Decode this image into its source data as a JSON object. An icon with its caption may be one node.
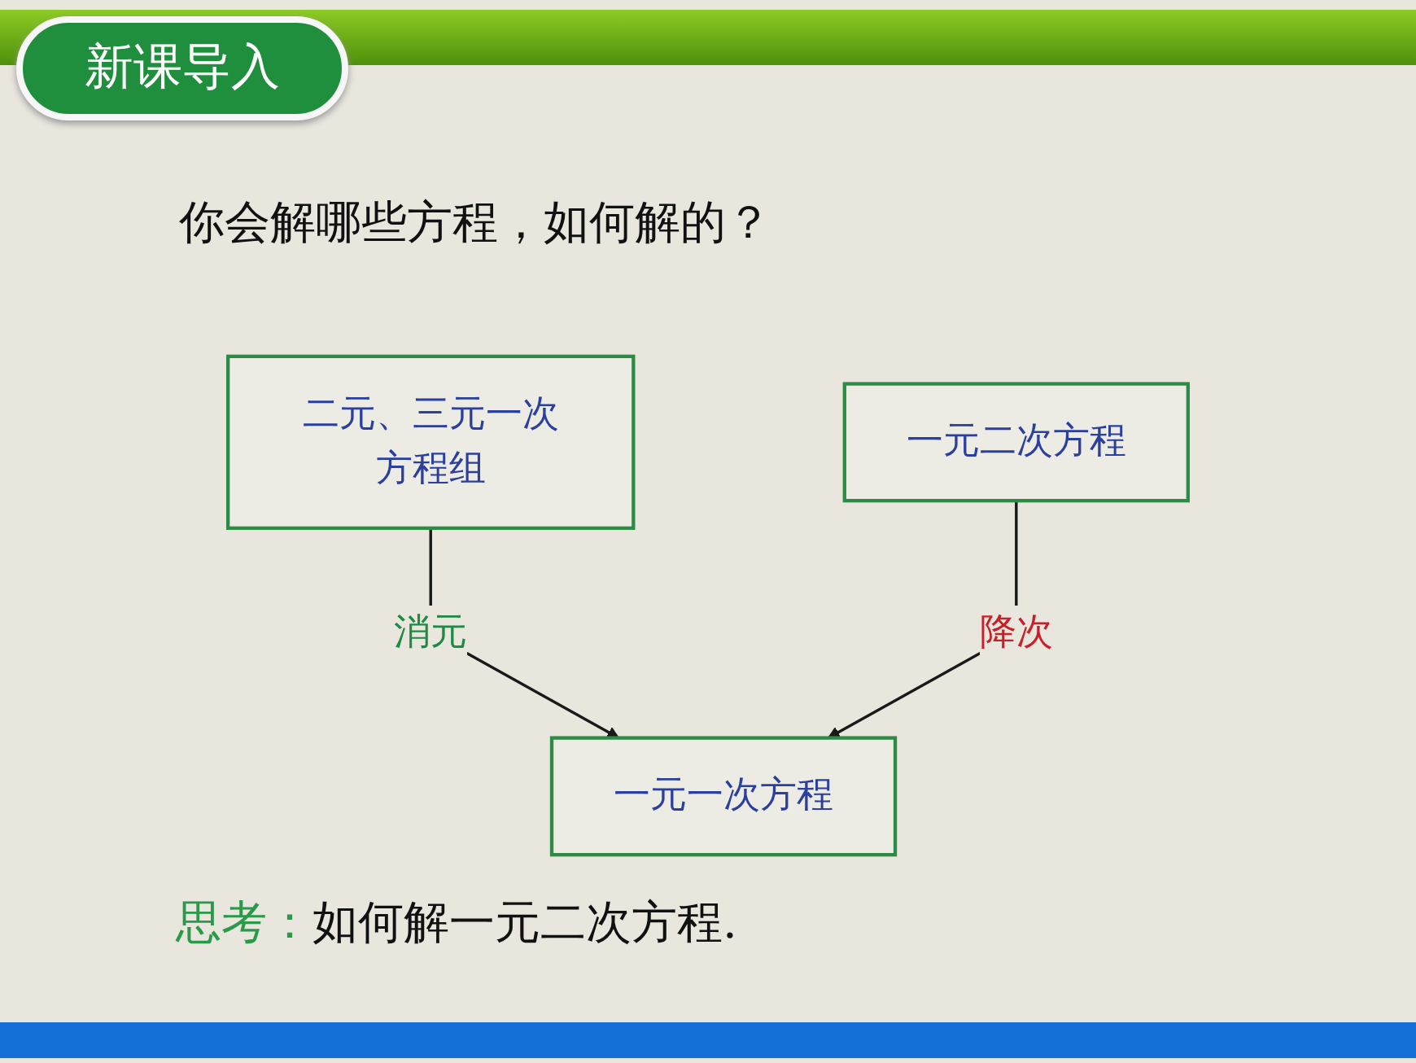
{
  "diagram": {
    "title": "新课导入",
    "nodes": [
      {
        "text": [
          "二元、三元一次方程组"
        ]
      },
      {
        "text": [
          "一元二次方程"
        ]
      },
      {
        "text": [
          "一元一次方程"
        ]
      }
    ],
    "edges": [
      {
        "from": 0,
        "to": 2,
        "arrow": "to",
        "label": "消元"
      },
      {
        "from": 1,
        "to": 2,
        "arrow": "to",
        "label": "降次"
      }
    ],
    "labels": [
      "你会解哪些方程，如何解的？",
      "思考：",
      "如何解一元二次方程."
    ]
  }
}
